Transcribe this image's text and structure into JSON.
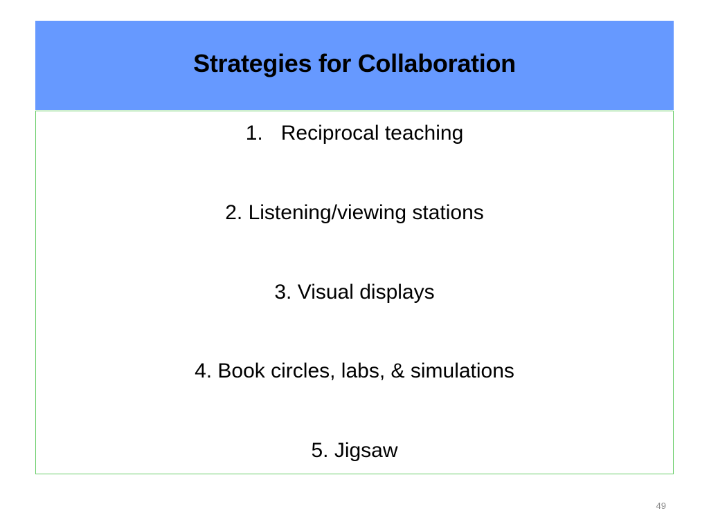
{
  "slide": {
    "title": "Strategies for Collaboration",
    "items": [
      {
        "number": "1.",
        "text": "Reciprocal teaching"
      },
      {
        "text": "2. Listening/viewing stations"
      },
      {
        "text": "3. Visual displays"
      },
      {
        "text": "4. Book circles, labs, & simulations"
      },
      {
        "text": "5. Jigsaw"
      }
    ],
    "page_number": "49"
  },
  "colors": {
    "title_bar": "#6699ff",
    "content_border": "#66cc66",
    "page_number": "#8a8a8a"
  }
}
